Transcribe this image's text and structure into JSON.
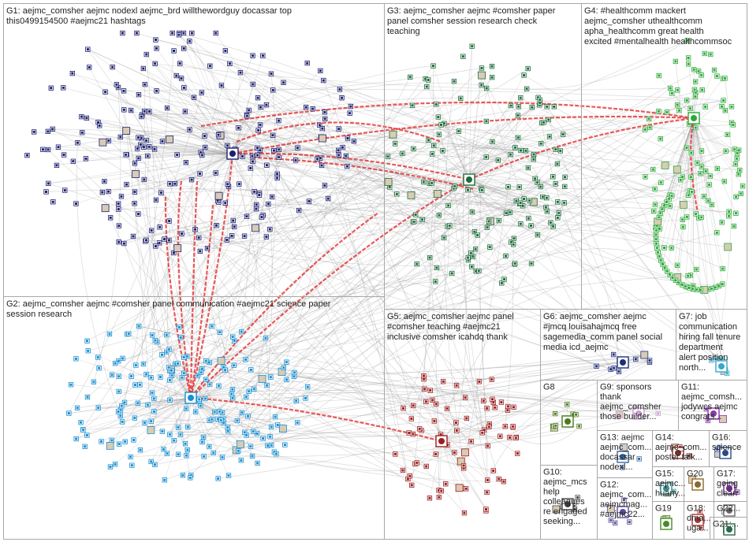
{
  "groups": [
    {
      "id": "G1",
      "lines": [
        "G1: aejmc_comsher aejmc nodexl aejmc_brd willthewordguy docassar top",
        "this0499154500 #aejmc21 hashtags"
      ],
      "color": "#1c1f6e"
    },
    {
      "id": "G2",
      "lines": [
        "G2: aejmc_comsher aejmc #comsher panel communication #aejmc21 science paper",
        "session research"
      ],
      "color": "#1a8fd0"
    },
    {
      "id": "G3",
      "lines": [
        "G3: aejmc_comsher aejmc #comsher paper",
        "panel comsher session research check",
        "teaching"
      ],
      "color": "#1e6b3a"
    },
    {
      "id": "G4",
      "lines": [
        "G4: #healthcomm mackert",
        "aejmc_comsher uthealthcomm",
        "apha_healthcomm great health",
        "excited #mentalhealth healthcommsoc"
      ],
      "color": "#2fa83a"
    },
    {
      "id": "G5",
      "lines": [
        "G5: aejmc_comsher aejmc panel",
        "#comsher teaching #aejmc21",
        "inclusive comsher icahdq thank"
      ],
      "color": "#9b1e1e"
    },
    {
      "id": "G6",
      "lines": [
        "G6: aejmc_comsher aejmc",
        "#jmcq louisahajmcq free",
        "sagemedia_comm panel social",
        "media icd_aejmc"
      ],
      "color": "#1e2e7a"
    },
    {
      "id": "G7",
      "lines": [
        "G7: job",
        "communication",
        "hiring fall tenure",
        "department",
        "alert position",
        "north..."
      ],
      "color": "#3aa8c8"
    },
    {
      "id": "G8",
      "lines": [
        "G8"
      ],
      "color": "#4a7a1e"
    },
    {
      "id": "G9",
      "lines": [
        "G9: sponsors",
        "thank",
        "aejmc_comsher",
        "those builder..."
      ],
      "color": "#c8a0d0"
    },
    {
      "id": "G10",
      "lines": [
        "G10:",
        "aejmc_mcs",
        "help",
        "colleagues",
        "re engaged",
        "seeking..."
      ],
      "color": "#444444"
    },
    {
      "id": "G11",
      "lines": [
        "G11:",
        "aejmc_comsh...",
        "jodywcs aejmc",
        "congrats..."
      ],
      "color": "#8a3aa8"
    },
    {
      "id": "G12",
      "lines": [
        "G12:",
        "aejmc_com...",
        "aejmcmag...",
        "#aejmc22..."
      ],
      "color": "#5a4a9a"
    },
    {
      "id": "G13",
      "lines": [
        "G13: aejmc",
        "aejmc_com...",
        "docassar",
        "nodexl..."
      ],
      "color": "#3a6aa8"
    },
    {
      "id": "G14",
      "lines": [
        "G14:",
        "aejmc_com...",
        "poster talk..."
      ],
      "color": "#7a2a2a"
    },
    {
      "id": "G15",
      "lines": [
        "G15:",
        "aejmc...",
        "huany..."
      ],
      "color": "#3a8a8a"
    },
    {
      "id": "G16",
      "lines": [
        "G16:",
        "science"
      ],
      "color": "#2a4a8a"
    },
    {
      "id": "G17",
      "lines": [
        "G17:",
        "going",
        "clean"
      ],
      "color": "#6a2a8a"
    },
    {
      "id": "G18",
      "lines": [
        "G18:",
        "dma...",
        "uga..."
      ],
      "color": "#a83a3a"
    },
    {
      "id": "G19",
      "lines": [
        "G19"
      ],
      "color": "#4a8a2a"
    },
    {
      "id": "G20",
      "lines": [
        "G20"
      ],
      "color": "#8a6a2a"
    },
    {
      "id": "G21",
      "lines": [
        "G21:..."
      ],
      "color": "#2a6a4a"
    },
    {
      "id": "G22",
      "lines": [
        "G22..."
      ],
      "color": "#6a6a6a"
    }
  ]
}
